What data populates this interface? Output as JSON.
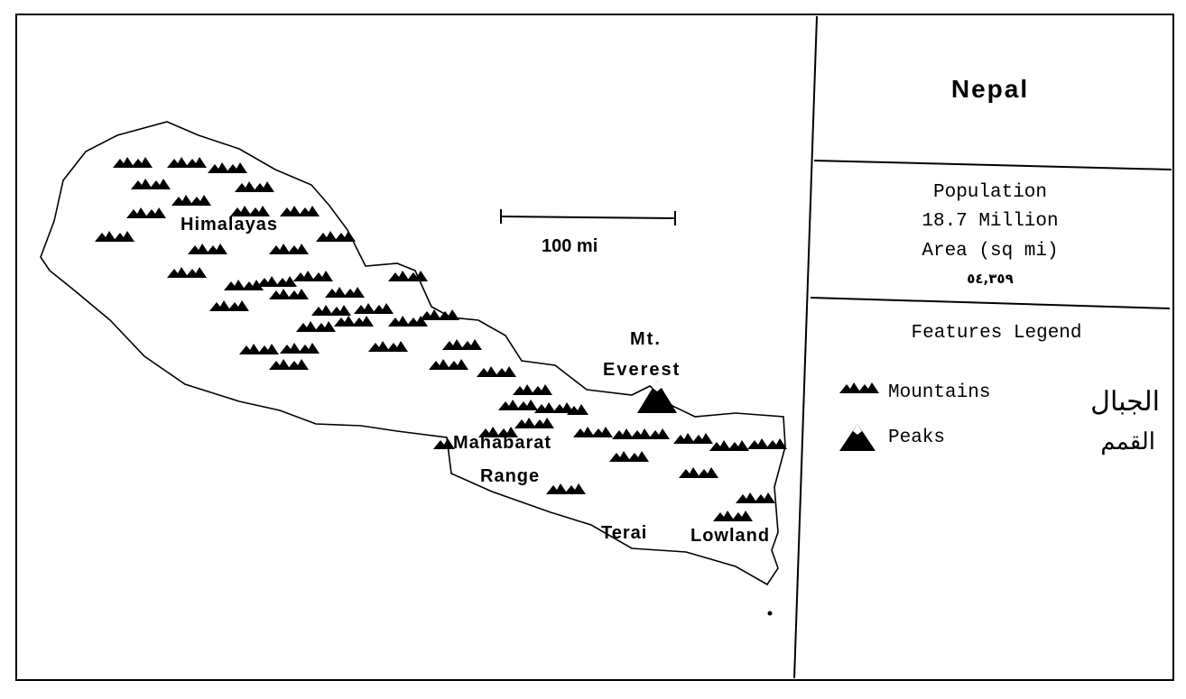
{
  "map": {
    "country": "Nepal",
    "region_labels": {
      "himalayas": "Himalayas",
      "mt": "Mt.",
      "everest": "Everest",
      "mahabarat": "Mahabarat",
      "range": "Range",
      "terai": "Terai",
      "lowland": "Lowland"
    },
    "scale_bar_label": "100 mi"
  },
  "info": {
    "population_label": "Population",
    "population_value": "18.7 Million",
    "area_label": "Area (sq mi)",
    "area_value": "٥٤,٣٥٩"
  },
  "legend": {
    "title": "Features Legend",
    "items": [
      {
        "label": "Mountains",
        "label_ar": "الجبال",
        "icon": "mountains-icon"
      },
      {
        "label": "Peaks",
        "label_ar": "القمم",
        "icon": "peak-icon"
      }
    ]
  },
  "colors": {
    "ink": "#000000",
    "paper": "#ffffff"
  }
}
